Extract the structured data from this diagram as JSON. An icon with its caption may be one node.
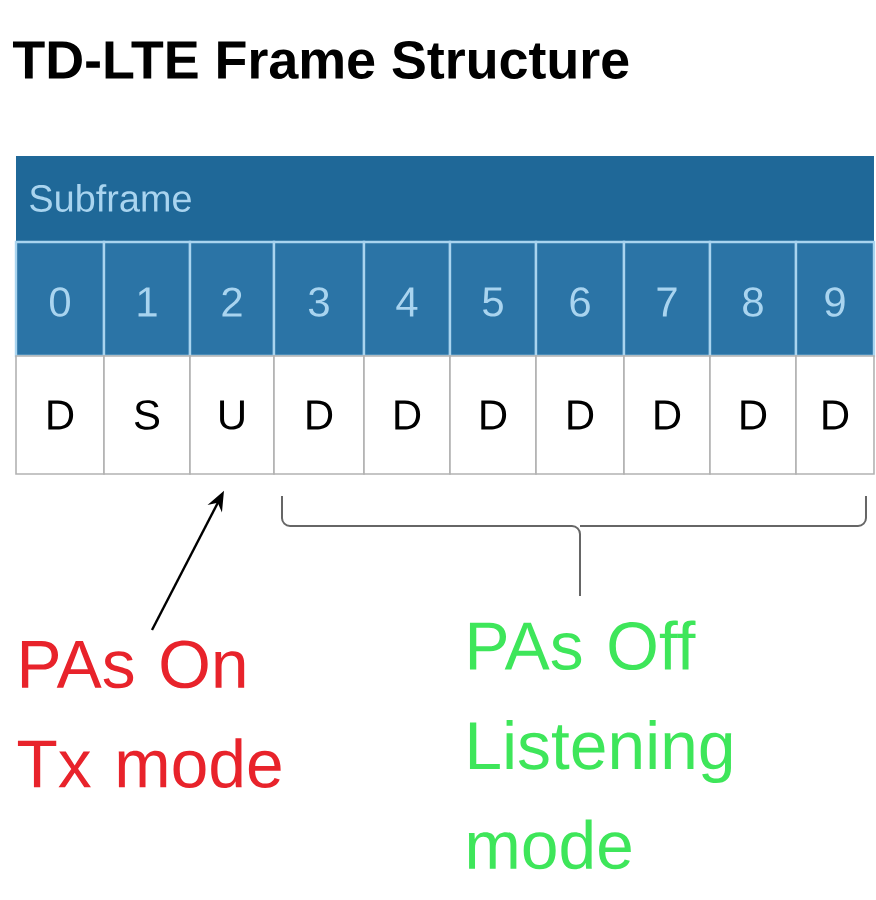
{
  "diagram": {
    "title": "TD-LTE Frame Structure",
    "nodes": [
      {
        "text": [
          "D"
        ]
      },
      {
        "text": [
          "S"
        ]
      },
      {
        "text": [
          "U"
        ]
      },
      {
        "text": [
          "D"
        ]
      },
      {
        "text": [
          "D"
        ]
      },
      {
        "text": [
          "D"
        ]
      },
      {
        "text": [
          "D"
        ]
      },
      {
        "text": [
          "D"
        ]
      },
      {
        "text": [
          "D"
        ]
      },
      {
        "text": [
          "D"
        ]
      },
      {
        "text": [
          "PAs On Tx mode"
        ]
      },
      {
        "text": [
          "PAs Off Listening mode"
        ]
      }
    ],
    "edges": [
      {
        "from": 10,
        "to": 2,
        "arrow": "to"
      }
    ],
    "labels": [
      "Subframe",
      "0",
      "1",
      "2",
      "3",
      "4",
      "5",
      "6",
      "7",
      "8",
      "9"
    ]
  }
}
